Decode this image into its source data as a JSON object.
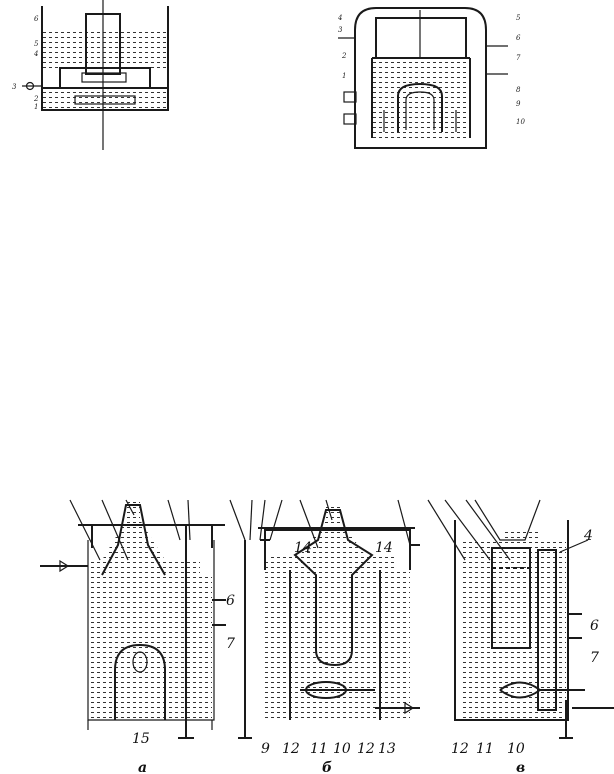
{
  "figure_top_left": {
    "labels": [
      "6",
      "5",
      "4",
      "3",
      "2",
      "1"
    ]
  },
  "figure_top_right": {
    "labels": [
      "4",
      "3",
      "2",
      "1",
      "5",
      "6",
      "7",
      "8",
      "9",
      "10"
    ]
  },
  "figure_bottom": {
    "labels": {
      "l4": "4",
      "l6": "6",
      "l7": "7",
      "l9": "9",
      "l10a": "10",
      "l10b": "10",
      "l11a": "11",
      "l11b": "11",
      "l12a": "12",
      "l12b": "12",
      "l12c": "12",
      "l13": "13",
      "l14a": "14",
      "l14b": "14",
      "l15": "15",
      "l6b": "6",
      "l7b": "7"
    },
    "subfigures": [
      "а",
      "б",
      "в"
    ]
  }
}
